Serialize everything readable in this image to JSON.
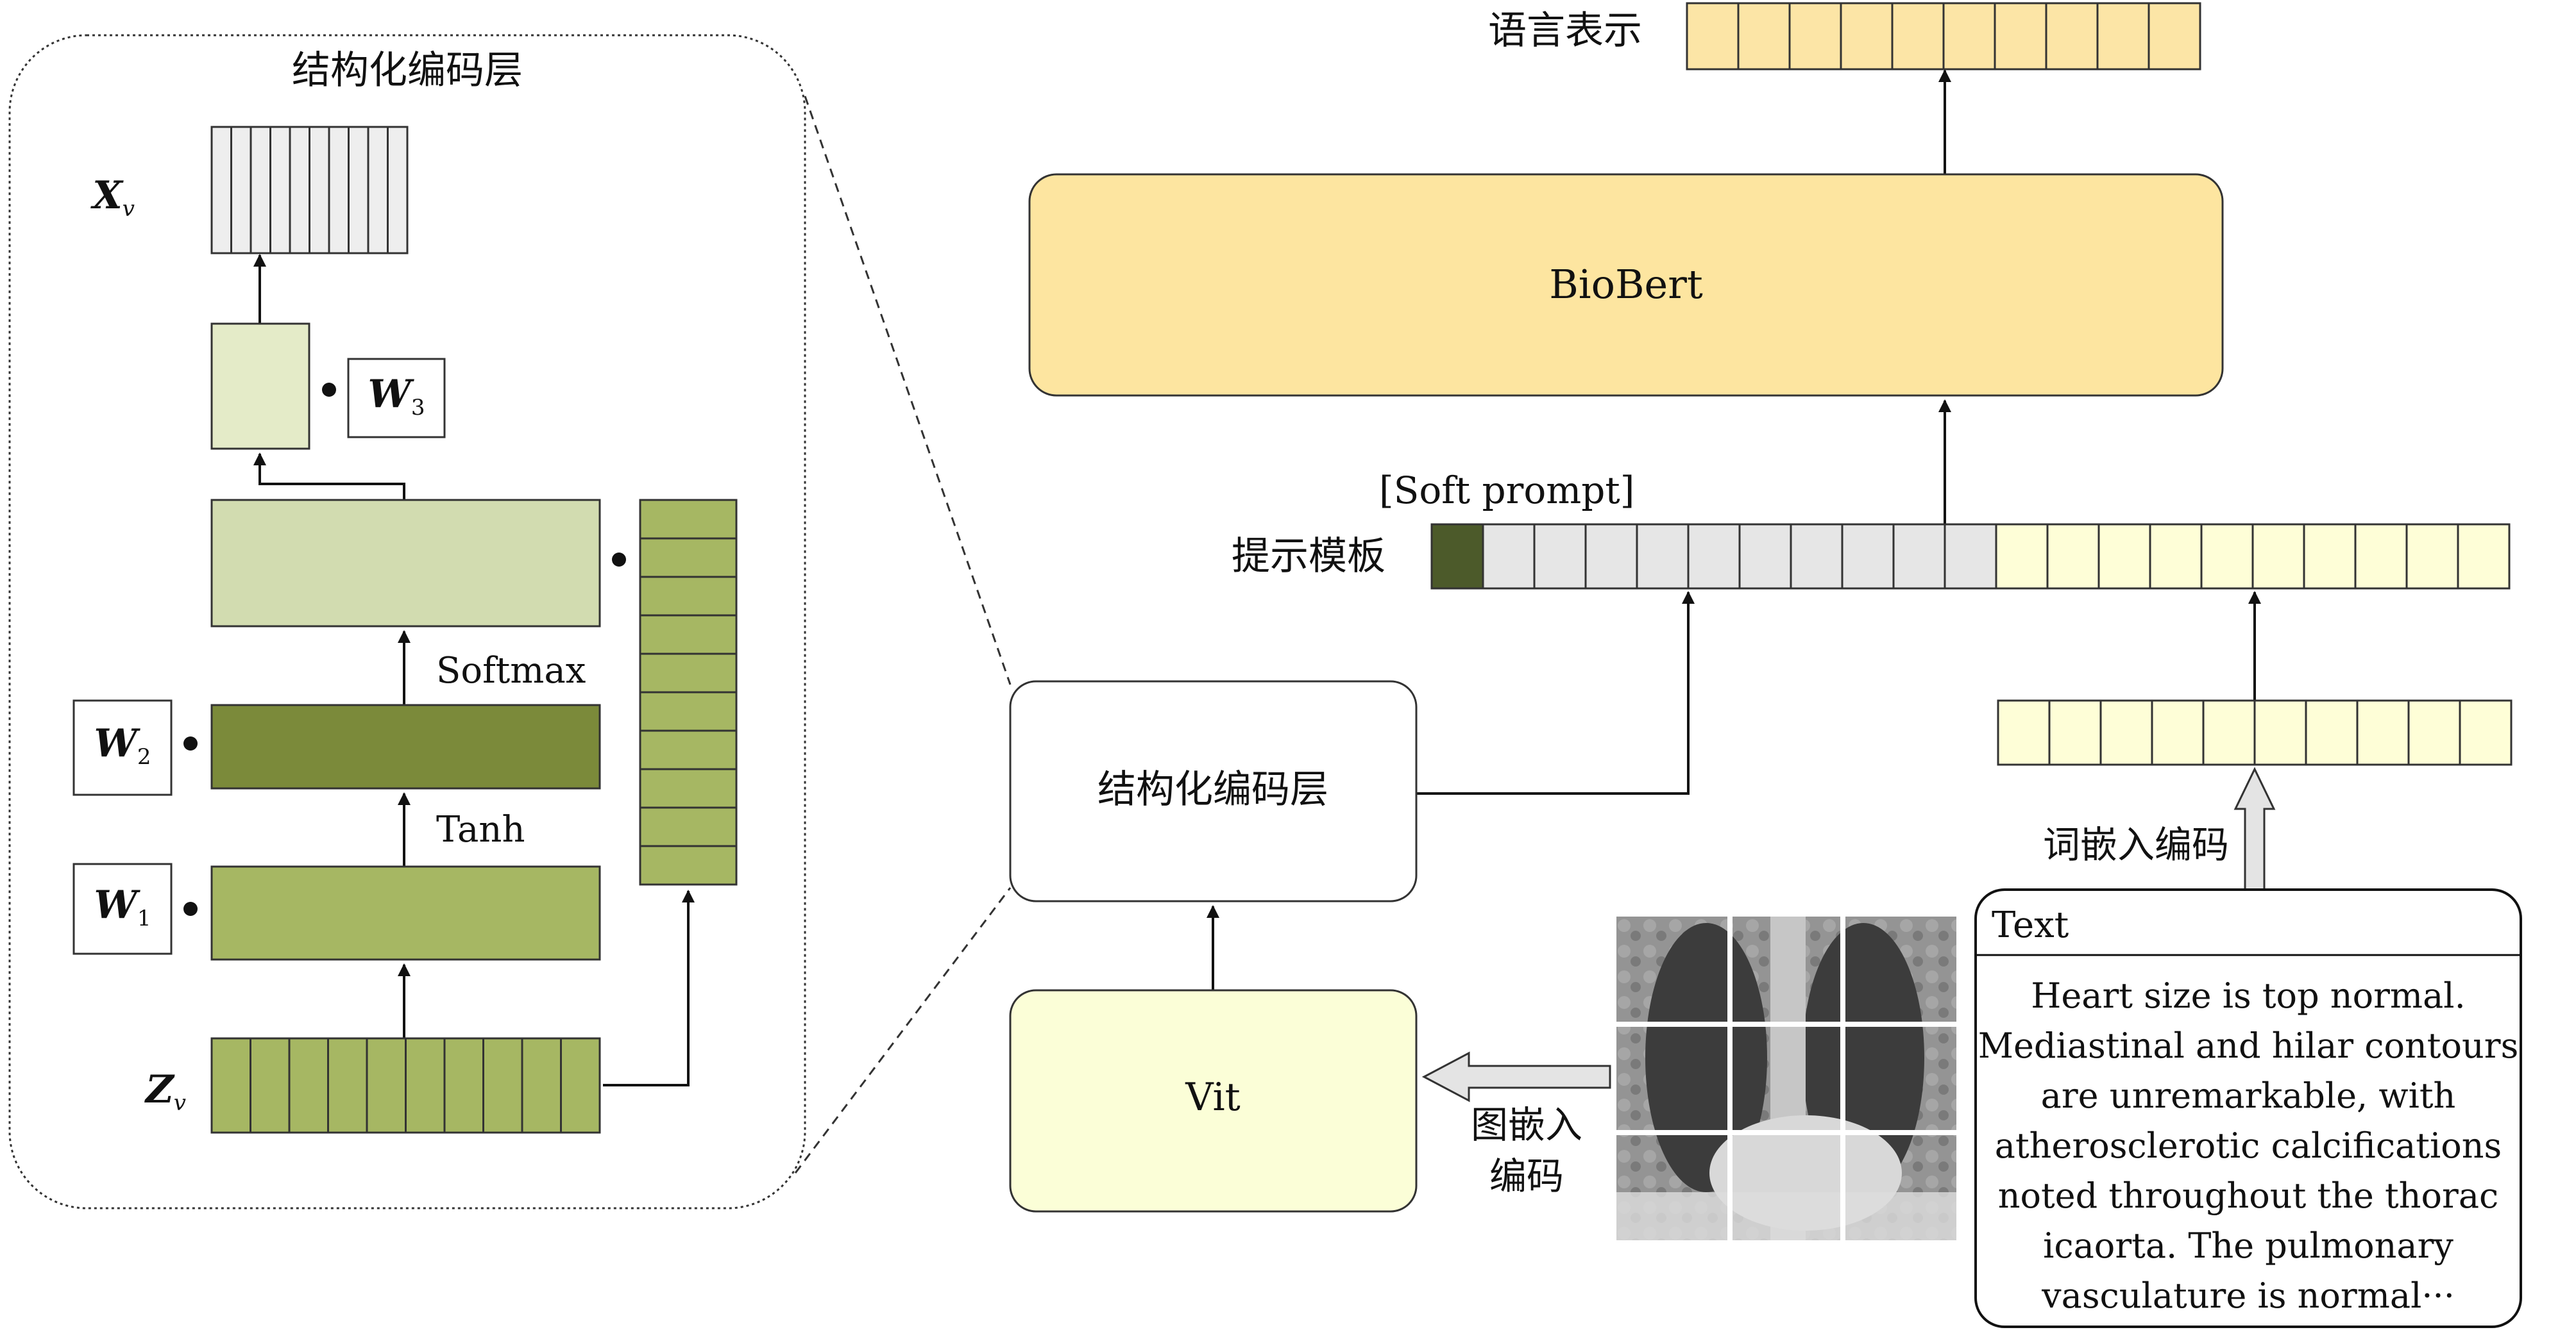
{
  "left_panel": {
    "title": "结构化编码层",
    "xv_symbol": "X",
    "xv_sub": "v",
    "zv_symbol": "Z",
    "zv_sub": "v",
    "w1_symbol": "W",
    "w1_sub": "1",
    "w2_symbol": "W",
    "w2_sub": "2",
    "w3_symbol": "W",
    "w3_sub": "3",
    "tanh_label": "Tanh",
    "softmax_label": "Softmax"
  },
  "right_panel": {
    "language_repr_label": "语言表示",
    "biobert_label": "BioBert",
    "soft_prompt_label": "[Soft prompt]",
    "prompt_template_label": "提示模板",
    "structured_encoder_label": "结构化编码层",
    "vit_label": "Vit",
    "image_embed_label_line1": "图嵌入",
    "image_embed_label_line2": "编码",
    "word_embed_label": "词嵌入编码",
    "text_box_title": "Text",
    "text_box_lines": [
      "Heart size is top normal.",
      "Mediastinal and hilar contours",
      "are unremarkable, with",
      "atherosclerotic calcifications",
      "noted throughout the thorac",
      "icaorta. The pulmonary",
      "vasculature is normal···"
    ]
  },
  "colors": {
    "output_token": "#fce5a6",
    "biobert_fill": "#fde5a0",
    "biobert_stroke": "#333333",
    "soft_prompt_dark": "#4c5a2a",
    "soft_prompt_light": "#e6e6e6",
    "text_token": "#fefed7",
    "vit_fill": "#fbfed7",
    "zv_green": "#a6b763",
    "w1_layer": "#a6b763",
    "w2_layer": "#7b8a3a",
    "softmax_layer": "#d2dcb0",
    "w3_layer": "#e4ebc8",
    "xv_token": "#eeeeee",
    "side_column": "#a6b763"
  }
}
